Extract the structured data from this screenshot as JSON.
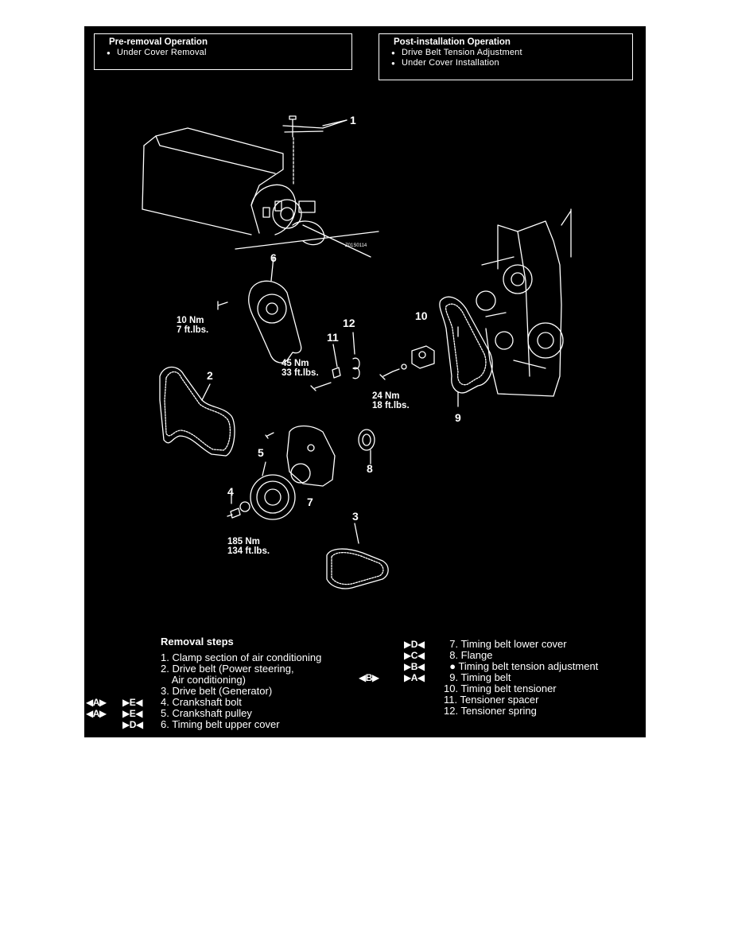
{
  "pre_removal": {
    "heading": "Pre-removal Operation",
    "items": [
      "Under Cover Removal"
    ]
  },
  "post_installation": {
    "heading": "Post-installation Operation",
    "items": [
      "Drive Belt Tension Adjustment",
      "Under Cover Installation"
    ]
  },
  "callouts": {
    "n1": "1",
    "n2": "2",
    "n3": "3",
    "n4": "4",
    "n5": "5",
    "n6": "6",
    "n7": "7",
    "n8": "8",
    "n9": "9",
    "n10": "10",
    "n11": "11",
    "n12": "12"
  },
  "torques": {
    "t6": [
      "10 Nm",
      "7 ft.lbs."
    ],
    "t11": [
      "45 Nm",
      "33 ft.lbs."
    ],
    "t10": [
      "24 Nm",
      "18 ft.lbs."
    ],
    "t4": [
      "185 Nm",
      "134 ft.lbs."
    ]
  },
  "figure_code": "Z01S0114",
  "removal": {
    "heading": "Removal steps",
    "left_steps": [
      {
        "tag1": "",
        "tag2": "",
        "text": "1. Clamp section of air conditioning"
      },
      {
        "tag1": "",
        "tag2": "",
        "text": "2. Drive belt (Power steering,"
      },
      {
        "tag1": "",
        "tag2": "",
        "text": "    Air conditioning)"
      },
      {
        "tag1": "",
        "tag2": "",
        "text": "3. Drive belt (Generator)"
      },
      {
        "tag1": "◀A▶",
        "tag2": "▶E◀",
        "text": "4. Crankshaft bolt"
      },
      {
        "tag1": "◀A▶",
        "tag2": "▶E◀",
        "text": "5. Crankshaft pulley"
      },
      {
        "tag1": "",
        "tag2": "▶D◀",
        "text": "6. Timing belt upper cover"
      }
    ],
    "right_steps": [
      {
        "tag1": "",
        "tag2": "▶D◀",
        "text": "  7. Timing belt lower cover"
      },
      {
        "tag1": "",
        "tag2": "▶C◀",
        "text": "  8. Flange"
      },
      {
        "tag1": "",
        "tag2": "▶B◀",
        "text": "  ● Timing belt tension adjustment"
      },
      {
        "tag1": "◀B▶",
        "tag2": "▶A◀",
        "text": "  9. Timing belt"
      },
      {
        "tag1": "",
        "tag2": "",
        "text": "10. Timing belt tensioner"
      },
      {
        "tag1": "",
        "tag2": "",
        "text": "11. Tensioner spacer"
      },
      {
        "tag1": "",
        "tag2": "",
        "text": "12. Tensioner spring"
      }
    ]
  }
}
